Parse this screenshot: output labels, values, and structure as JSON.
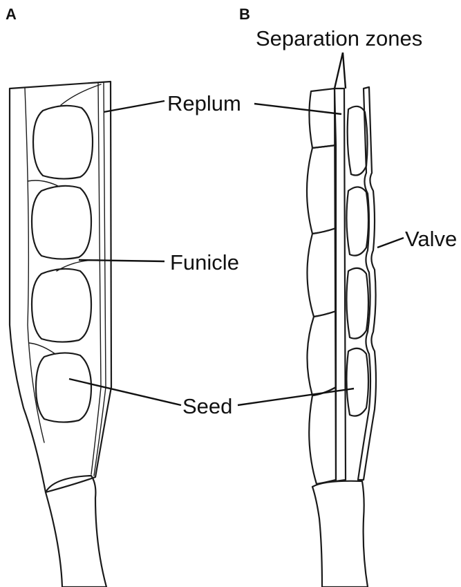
{
  "panels": [
    {
      "letter": "A",
      "labels": {
        "replum": "Replum",
        "funicle": "Funicle",
        "seed": "Seed"
      }
    },
    {
      "letter": "B",
      "labels": {
        "separation_zones": "Separation zones",
        "valve": "Valve"
      }
    }
  ],
  "colors": {
    "pod": "#e8e8e8",
    "stem": "#f2f2f2",
    "seed_light": "#ffffff",
    "seed_dark": "#2a2a2a",
    "ink": "#1a1a1a"
  }
}
